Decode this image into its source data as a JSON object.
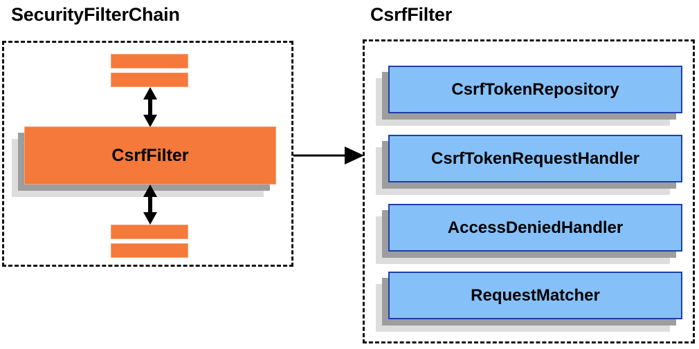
{
  "diagram": {
    "title_left": "SecurityFilterChain",
    "title_right": "CsrfFilter",
    "colors": {
      "orange_fill": "#F4793B",
      "orange_border": "#F9A277",
      "blue_fill": "#86C0F8",
      "blue_border": "#1D3FA8",
      "shadow_near": "#9D9D9D",
      "shadow_far": "#DDDDDD",
      "panel_border": "#111111",
      "text": "#000000"
    }
  },
  "left_panel": {
    "name": "SecurityFilterChain",
    "filters_above": [
      {
        "label": ""
      },
      {
        "label": ""
      }
    ],
    "focus_filter": {
      "label": "CsrfFilter"
    },
    "filters_below": [
      {
        "label": ""
      },
      {
        "label": ""
      }
    ],
    "connectors": [
      {
        "type": "double-arrow",
        "orientation": "vertical",
        "from": "filter-above",
        "to": "CsrfFilter"
      },
      {
        "type": "double-arrow",
        "orientation": "vertical",
        "from": "CsrfFilter",
        "to": "filter-below"
      }
    ]
  },
  "right_panel": {
    "name": "CsrfFilter",
    "collaborators": [
      {
        "label": "CsrfTokenRepository"
      },
      {
        "label": "CsrfTokenRequestHandler"
      },
      {
        "label": "AccessDeniedHandler"
      },
      {
        "label": "RequestMatcher"
      }
    ]
  },
  "cross_link": {
    "type": "single-arrow",
    "orientation": "horizontal",
    "from": "SecurityFilterChain.CsrfFilter",
    "to": "CsrfFilter panel"
  }
}
